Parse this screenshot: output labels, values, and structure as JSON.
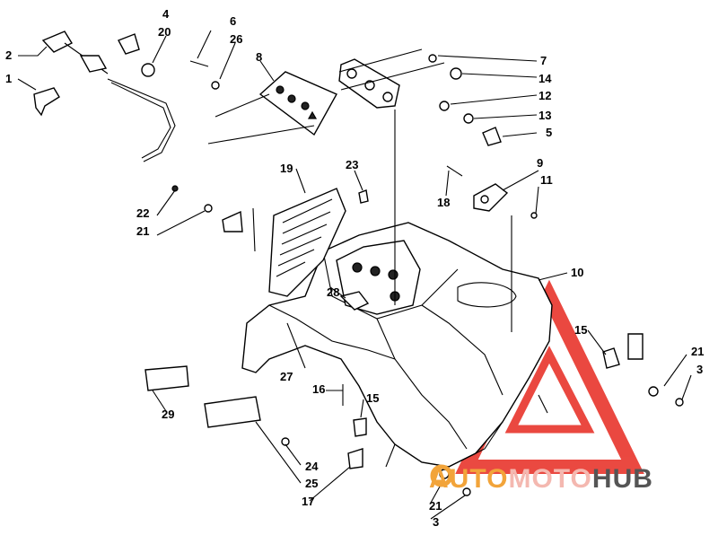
{
  "callouts": [
    {
      "id": "c1",
      "text": "1"
    },
    {
      "id": "c2",
      "text": "2"
    },
    {
      "id": "c4",
      "text": "4"
    },
    {
      "id": "c20",
      "text": "20"
    },
    {
      "id": "c6",
      "text": "6"
    },
    {
      "id": "c26",
      "text": "26"
    },
    {
      "id": "c8",
      "text": "8"
    },
    {
      "id": "c7",
      "text": "7"
    },
    {
      "id": "c14",
      "text": "14"
    },
    {
      "id": "c12",
      "text": "12"
    },
    {
      "id": "c13",
      "text": "13"
    },
    {
      "id": "c5",
      "text": "5"
    },
    {
      "id": "c9",
      "text": "9"
    },
    {
      "id": "c11",
      "text": "11"
    },
    {
      "id": "c18",
      "text": "18"
    },
    {
      "id": "c19",
      "text": "19"
    },
    {
      "id": "c23",
      "text": "23"
    },
    {
      "id": "c22",
      "text": "22"
    },
    {
      "id": "c21a",
      "text": "21"
    },
    {
      "id": "c10",
      "text": "10"
    },
    {
      "id": "c28",
      "text": "28"
    },
    {
      "id": "c27",
      "text": "27"
    },
    {
      "id": "c15a",
      "text": "15"
    },
    {
      "id": "c21b",
      "text": "21"
    },
    {
      "id": "c3a",
      "text": "3"
    },
    {
      "id": "c16",
      "text": "16"
    },
    {
      "id": "c15b",
      "text": "15"
    },
    {
      "id": "c29",
      "text": "29"
    },
    {
      "id": "c24",
      "text": "24"
    },
    {
      "id": "c25",
      "text": "25"
    },
    {
      "id": "c17",
      "text": "17"
    },
    {
      "id": "c21c",
      "text": "21"
    },
    {
      "id": "c3b",
      "text": "3"
    }
  ],
  "watermark": {
    "part1": "AUTO",
    "part2": "MOTO",
    "part3": "HUB",
    "colors": {
      "auto": "#f2a43a",
      "moto": "#f4b8b0",
      "hub": "#555555",
      "triangle": "#e8352c"
    }
  }
}
